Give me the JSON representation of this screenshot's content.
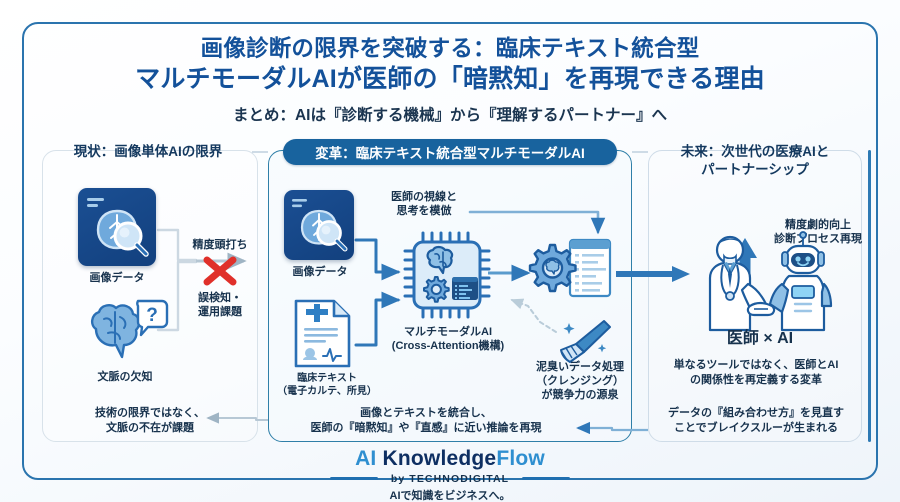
{
  "title": {
    "line1": "画像診断の限界を突破する：臨床テキスト統合型",
    "line2": "マルチモーダルAIが医師の「暗黙知」を再現できる理由",
    "subtitle": "まとめ：AIは『診断する機械』から『理解するパートナー』へ"
  },
  "sections": {
    "left": {
      "header": "現状：画像単体AIの限界",
      "icon1_label": "画像データ",
      "icon2_label": "文脈の欠知",
      "mid_top_label": "精度頭打ち",
      "mid_bottom_label": "誤検知・\n運用課題",
      "caption": "技術の限界ではなく、\n文脈の不在が課題"
    },
    "center": {
      "header": "変革：臨床テキスト統合型マルチモーダルAI",
      "icon1_label": "画像データ",
      "icon2_label": "臨床テキスト\n（電子カルテ、所見）",
      "mimic_label": "医師の視線と\n思考を模倣",
      "chip_label": "マルチモーダルAI\n(Cross-Attention機構)",
      "broom_label": "泥臭いデータ処理\n（クレンジング）\nが競争力の源泉",
      "caption": "画像とテキストを統合し、\n医師の『暗黙知』や『直感』に近い推論を再現"
    },
    "right": {
      "header": "未来：次世代の医療AIと\nパートナーシップ",
      "arrow_label": "精度劇的向上\n診断プロセス再現",
      "pair_label": "医師 × AI",
      "caption1": "単なるツールではなく、医師とAI\nの関係性を再定義する変革",
      "caption2": "データの『組み合わせ方』を見直す\nことでブレイクスルーが生まれる"
    }
  },
  "footer": {
    "brand_ai": "AI ",
    "brand_knowledge": "Knowledge",
    "brand_flow": "Flow",
    "byline": "by TECHNODIGITAL",
    "tagline": "AIで知識をビジネスへ。"
  },
  "colors": {
    "title_blue": "#13519a",
    "pill_blue": "#18639e",
    "panel_border": "#2f7fa8",
    "frame_blue": "#2a74ae",
    "arrow_blue": "#2f77b8",
    "icon_navy": "#16478a",
    "icon_light": "#7fb4e0",
    "cross_red": "#e0302a",
    "brand_light": "#2f8fd0",
    "brand_dark": "#0e2f62"
  }
}
